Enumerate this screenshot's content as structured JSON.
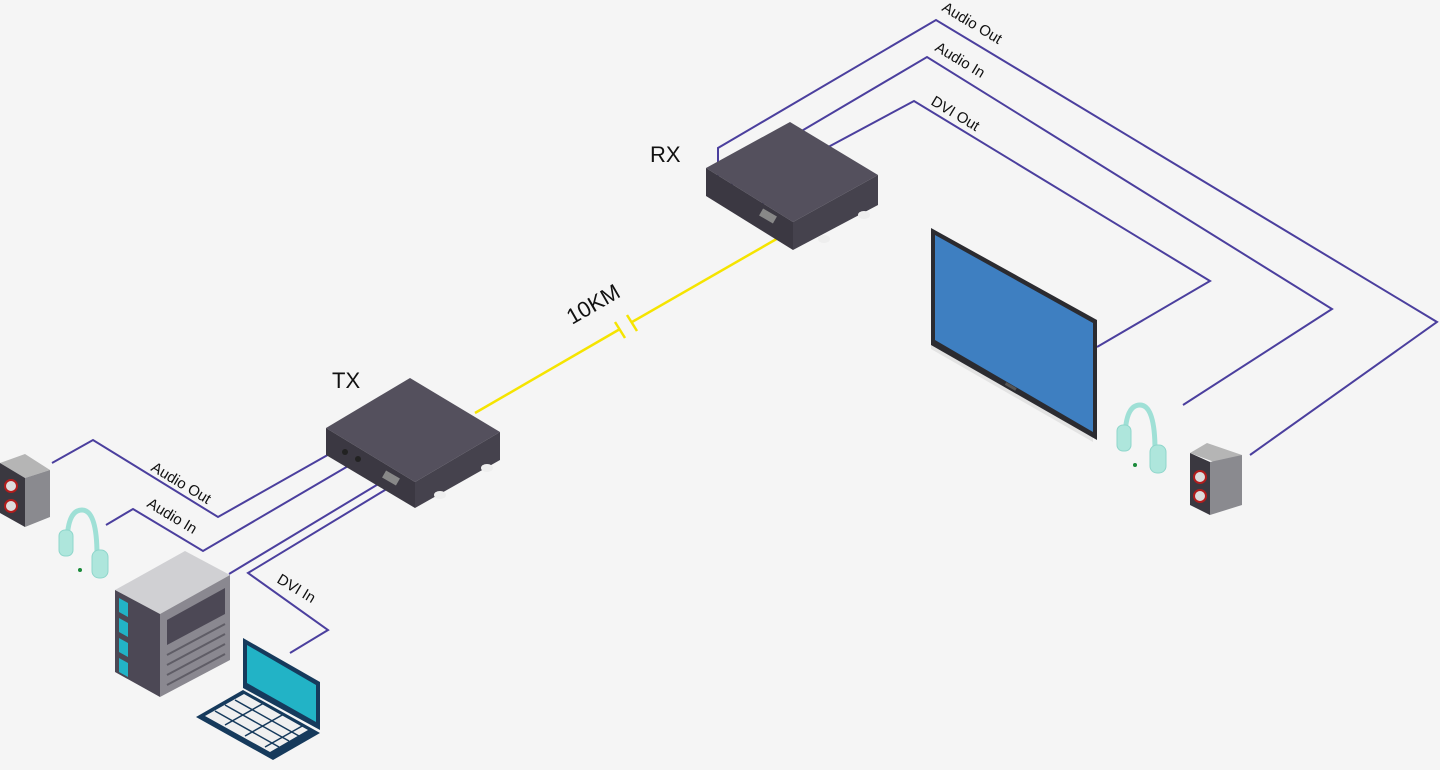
{
  "devices": {
    "tx_label": "TX",
    "rx_label": "RX"
  },
  "fiber": {
    "distance_label": "10KM",
    "color": "#f5e400"
  },
  "tx_side": {
    "audio_out": "Audio Out",
    "audio_in": "Audio In",
    "dvi_in": "DVI In"
  },
  "rx_side": {
    "audio_out": "Audio Out",
    "audio_in": "Audio In",
    "dvi_out": "DVI Out"
  },
  "colors": {
    "wire": "#4b3f9e",
    "box": "#4a4753",
    "screen": "#3e7fc1",
    "laptop_screen": "#22b3c6"
  }
}
